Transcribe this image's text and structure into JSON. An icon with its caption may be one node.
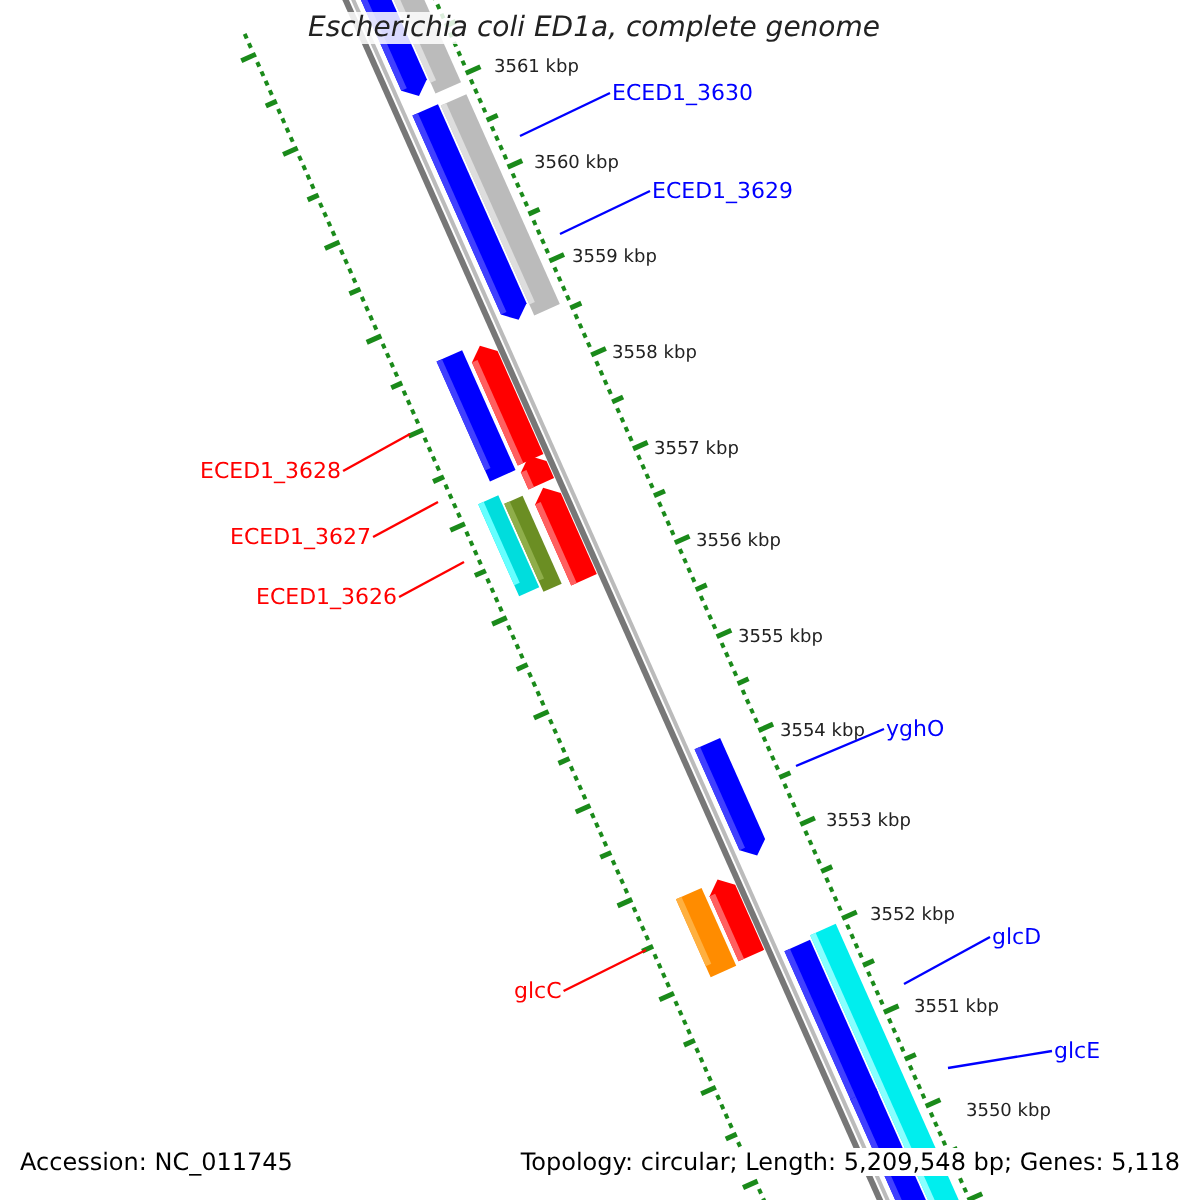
{
  "diagram": {
    "title": "Escherichia coli ED1a, complete genome",
    "nodes": [
      {
        "text": [
          "ECED1_3630"
        ]
      },
      {
        "text": [
          "ECED1_3629"
        ]
      },
      {
        "text": [
          "ECED1_3628"
        ]
      },
      {
        "text": [
          "ECED1_3627"
        ]
      },
      {
        "text": [
          "ECED1_3626"
        ]
      },
      {
        "text": [
          "yghO"
        ]
      },
      {
        "text": [
          "glcC"
        ]
      },
      {
        "text": [
          "glcD"
        ]
      },
      {
        "text": [
          "glcE"
        ]
      }
    ],
    "edges": [
      {
        "from": 0,
        "to": null,
        "arrow": "none"
      },
      {
        "from": 1,
        "to": null,
        "arrow": "none"
      },
      {
        "from": 2,
        "to": null,
        "arrow": "none",
        "color": "#ff0000"
      },
      {
        "from": 3,
        "to": null,
        "arrow": "none",
        "color": "#ff0000"
      },
      {
        "from": 4,
        "to": null,
        "arrow": "none",
        "color": "#ff0000"
      },
      {
        "from": 5,
        "to": null,
        "arrow": "none"
      },
      {
        "from": 6,
        "to": null,
        "arrow": "none",
        "color": "#ff0000"
      },
      {
        "from": 7,
        "to": null,
        "arrow": "none"
      },
      {
        "from": 8,
        "to": null,
        "arrow": "none"
      }
    ],
    "labels": [
      "3561 kbp",
      "3560 kbp",
      "3559 kbp",
      "3558 kbp",
      "3557 kbp",
      "3556 kbp",
      "3555 kbp",
      "3554 kbp",
      "3553 kbp",
      "3552 kbp",
      "3551 kbp",
      "3550 kbp",
      "Accession: NC_011745",
      "Topology: circular; Length: 5,209,548 bp; Genes: 5,118"
    ]
  }
}
